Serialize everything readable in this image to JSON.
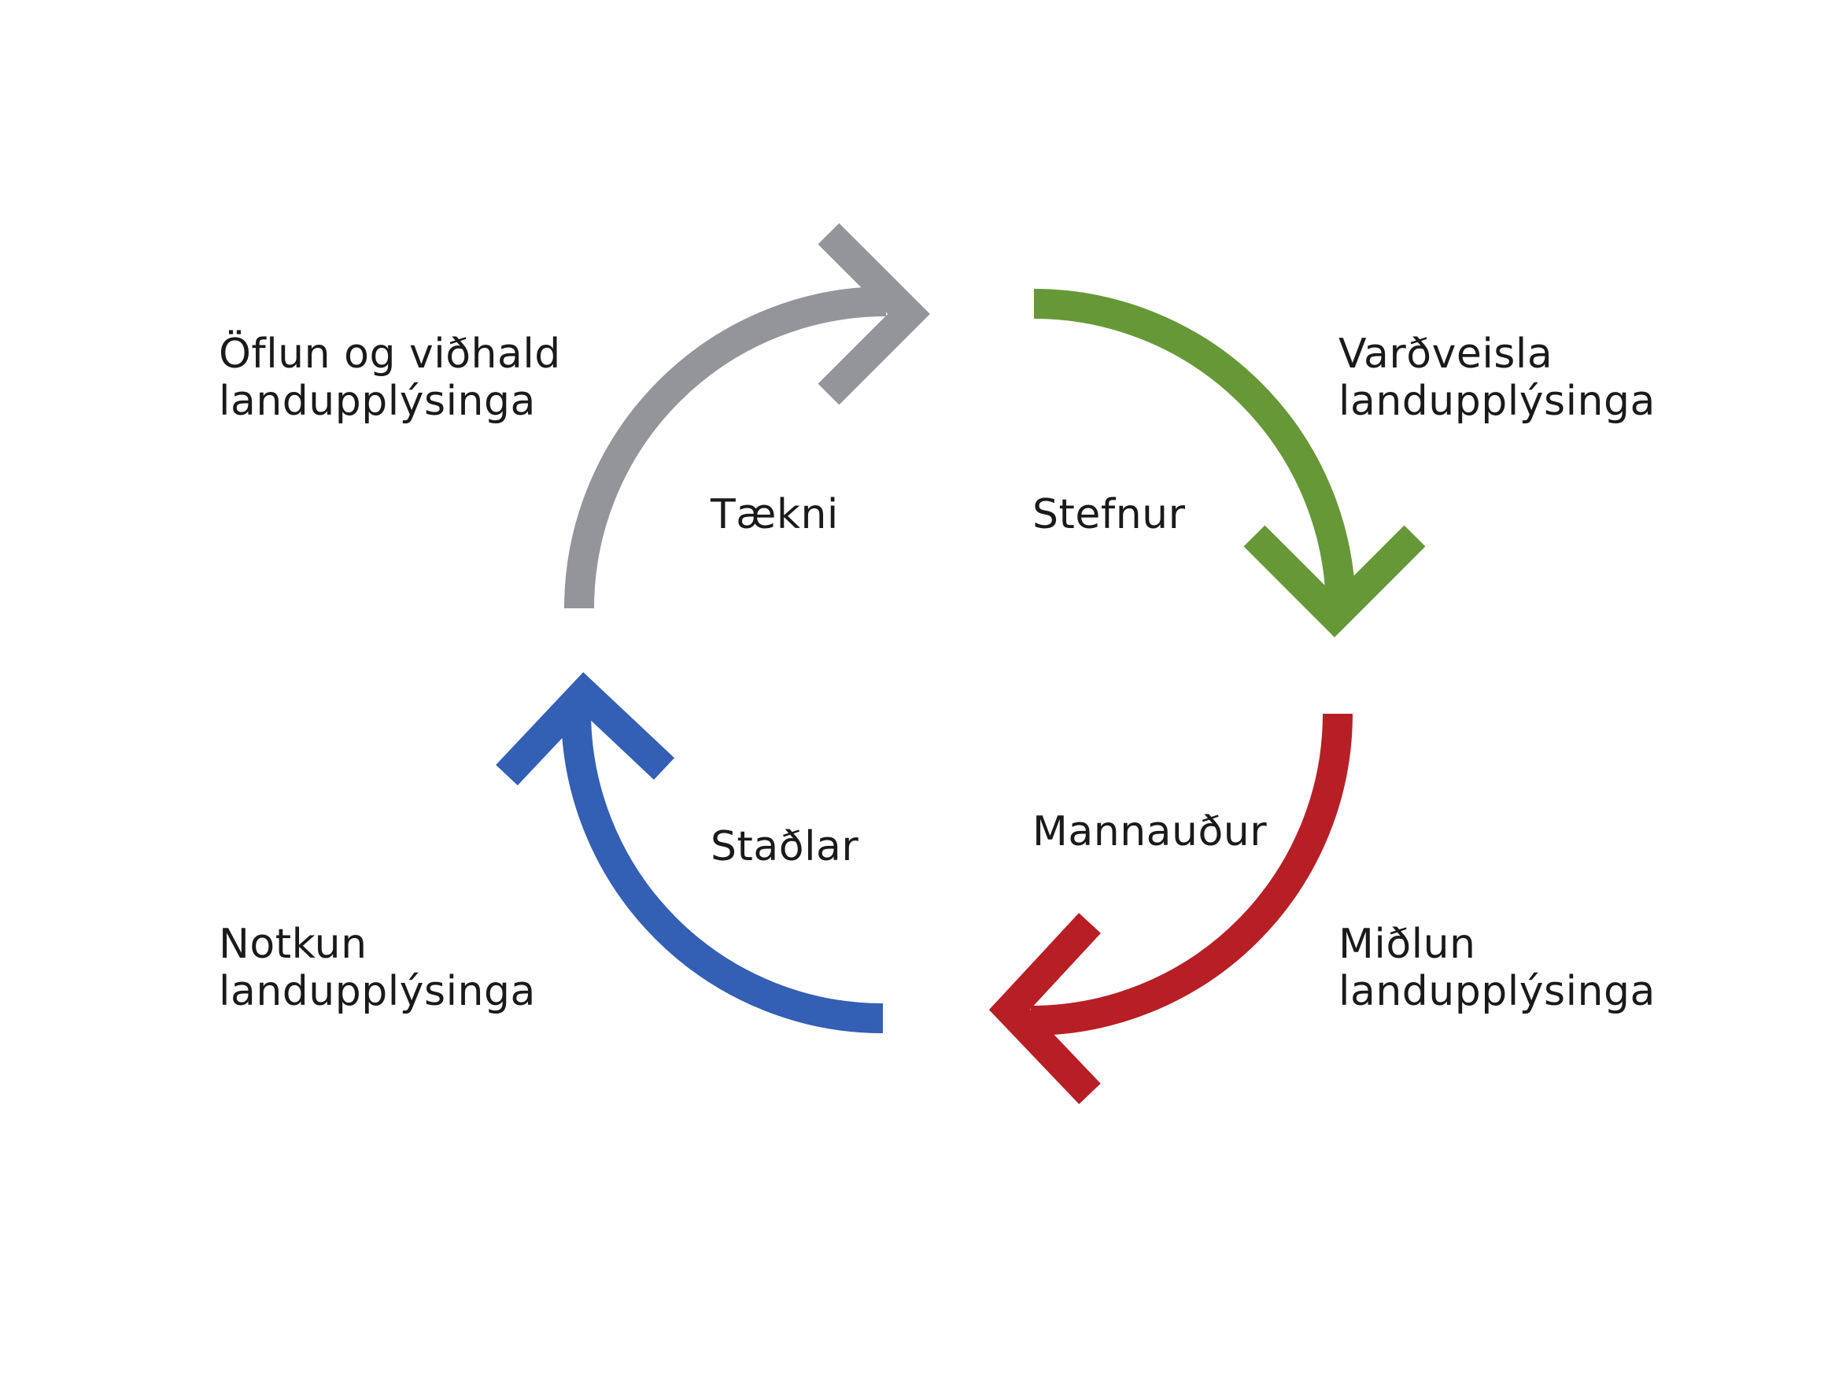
{
  "colors": {
    "grey_arrow": "#939598",
    "green_arrow": "#679837",
    "red_arrow": "#b71f25",
    "blue_arrow": "#335fb4",
    "text": "#1a1a1a",
    "background": "#ffffff"
  },
  "outer_labels": {
    "top_left": {
      "line1": "Öflun og viðhald",
      "line2": "landupplýsinga"
    },
    "top_right": {
      "line1": "Varðveisla",
      "line2": "landupplýsinga"
    },
    "bottom_left": {
      "line1": "Notkun",
      "line2": "landupplýsinga"
    },
    "bottom_right": {
      "line1": "Miðlun",
      "line2": "landupplýsinga"
    }
  },
  "inner_labels": {
    "top_left": "Tækni",
    "top_right": "Stefnur",
    "bottom_left": "Staðlar",
    "bottom_right": "Mannauður"
  },
  "arrows": [
    {
      "name": "grey-arrow",
      "color_key": "grey_arrow",
      "direction": "clockwise"
    },
    {
      "name": "green-arrow",
      "color_key": "green_arrow",
      "direction": "clockwise"
    },
    {
      "name": "red-arrow",
      "color_key": "red_arrow",
      "direction": "clockwise"
    },
    {
      "name": "blue-arrow",
      "color_key": "blue_arrow",
      "direction": "clockwise"
    }
  ]
}
